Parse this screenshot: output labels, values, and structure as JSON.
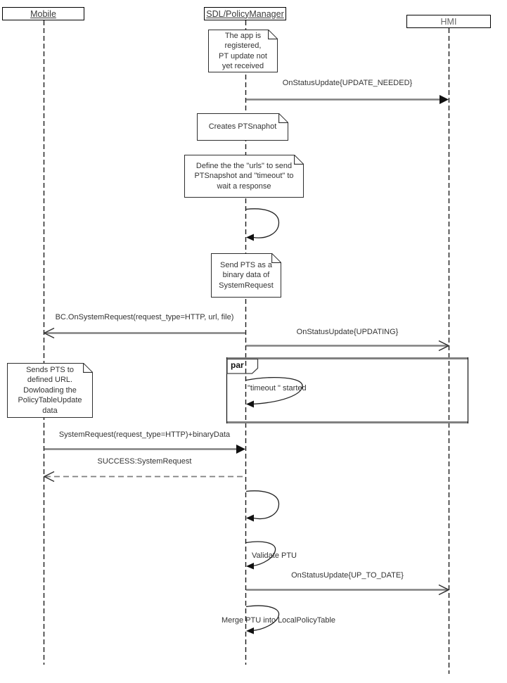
{
  "diagram_type": "uml-sequence",
  "actors": [
    {
      "label": "Mobile",
      "underlined": true
    },
    {
      "label": "SDL/PolicyManager",
      "underlined": true
    },
    {
      "label": "HMI",
      "underlined": false
    }
  ],
  "notes": [
    {
      "text": "The app is\nregistered,\nPT update not\nyet received"
    },
    {
      "text": "Creates PTSnaphot"
    },
    {
      "text": "Define the the \"urls\" to send\nPTSnapshot and \"timeout\" to\nwait a response"
    },
    {
      "text": "Send PTS as a\nbinary data of\nSystemRequest"
    },
    {
      "text": "Sends PTS to\ndefined URL.\nDowloading the\nPolicyTableUpdate\ndata"
    }
  ],
  "messages": [
    {
      "label": "OnStatusUpdate{UPDATE_NEEDED}",
      "from": "SDL/PolicyManager",
      "to": "HMI",
      "line": "solid",
      "head": "filled"
    },
    {
      "label": "BC.OnSystemRequest(request_type=HTTP, url, file)",
      "from": "SDL/PolicyManager",
      "to": "Mobile",
      "line": "solid",
      "head": "open"
    },
    {
      "label": "OnStatusUpdate{UPDATING}",
      "from": "SDL/PolicyManager",
      "to": "HMI",
      "line": "solid",
      "head": "open"
    },
    {
      "label": "SystemRequest(request_type=HTTP)+binaryData",
      "from": "Mobile",
      "to": "SDL/PolicyManager",
      "line": "solid",
      "head": "filled"
    },
    {
      "label": "SUCCESS:SystemRequest",
      "from": "SDL/PolicyManager",
      "to": "Mobile",
      "line": "dashed",
      "head": "open"
    },
    {
      "label": "OnStatusUpdate{UP_TO_DATE}",
      "from": "SDL/PolicyManager",
      "to": "HMI",
      "line": "solid",
      "head": "open"
    }
  ],
  "self_messages": [
    {
      "on": "SDL/PolicyManager",
      "label": ""
    },
    {
      "on": "SDL/PolicyManager",
      "label": "\"timeout \" started"
    },
    {
      "on": "SDL/PolicyManager",
      "label": ""
    },
    {
      "on": "SDL/PolicyManager",
      "label": "Validate PTU"
    },
    {
      "on": "SDL/PolicyManager",
      "label": "Merge PTU into LocalPolicyTable"
    }
  ],
  "fragment": {
    "operator": "par"
  },
  "colors": {
    "message_line": "#808080",
    "text": "#333333",
    "border": "#2e2e2e",
    "background": "#ffffff"
  }
}
